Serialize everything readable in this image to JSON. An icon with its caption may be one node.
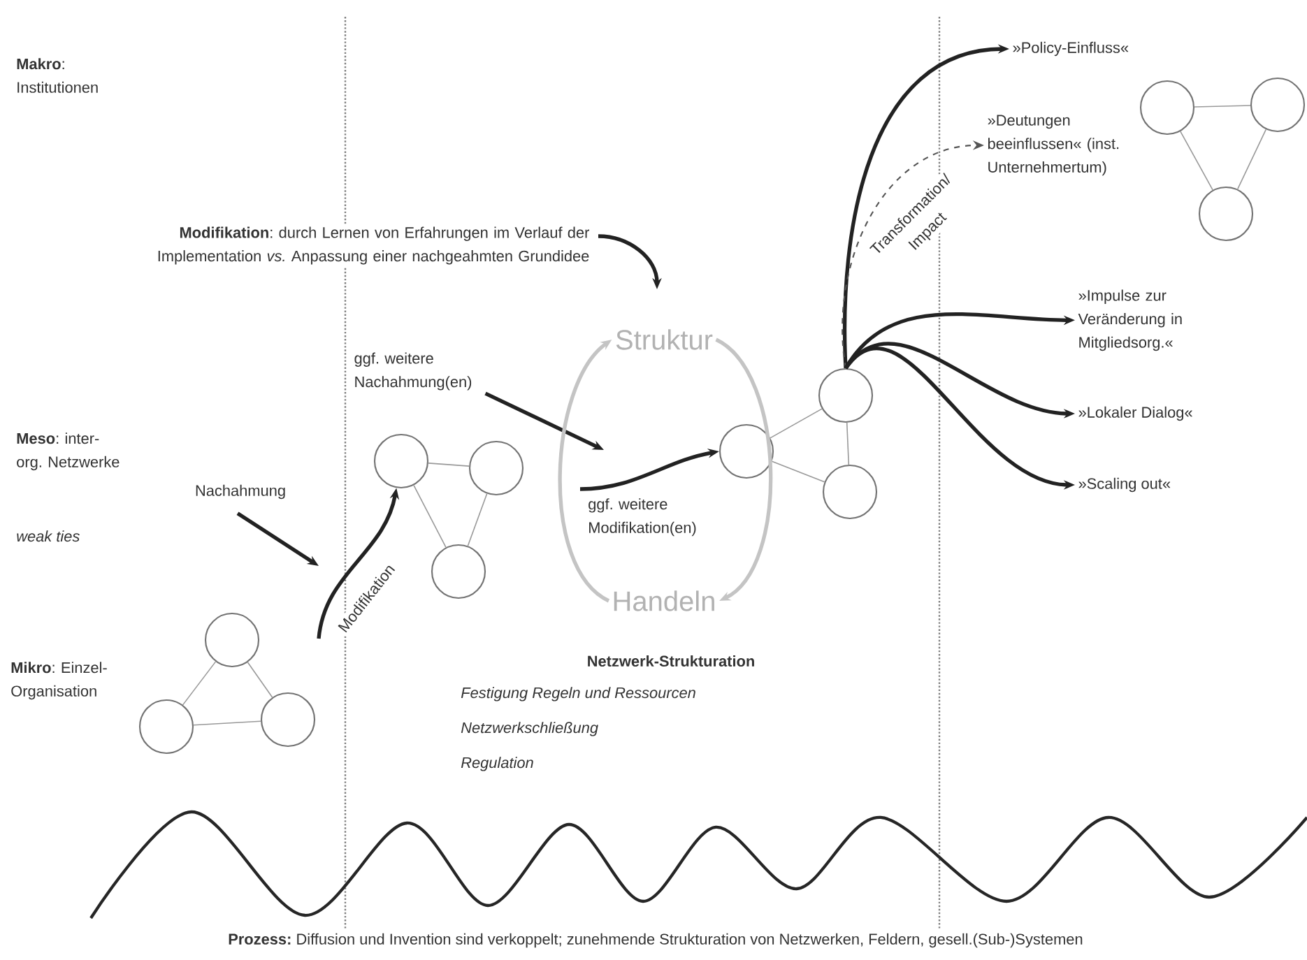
{
  "diagram": {
    "caption": "**Prozess:** Diffusion und Invention sind verkoppelt; zunehmende Strukturation von Netzwerken, Feldern, gesell.(Sub-)Systemen",
    "nodes": [
      {
        "text": [
          "»Policy-Einfluss«"
        ]
      },
      {
        "text": [],
        "shape": "circle"
      },
      {
        "text": [],
        "shape": "circle"
      },
      {
        "text": [],
        "shape": "circle"
      },
      {
        "text": [
          "»Deutungen beeinflussen« (inst. Unternehmertum)"
        ]
      },
      {
        "text": [
          "**Modifikation**: durch Lernen von Erfahrungen im Verlauf der Implementation *vs.* Anpassung einer nachgeahmten Grundidee"
        ]
      },
      {
        "text": [
          "ggf. weitere Nachahmung(en)"
        ]
      },
      {
        "text": [
          "Struktur"
        ]
      },
      {
        "text": [
          "»Impulse zur Veränderung in Mitgliedsorg.«"
        ]
      },
      {
        "text": [],
        "shape": "circle"
      },
      {
        "text": [],
        "shape": "circle"
      },
      {
        "text": [],
        "shape": "circle"
      },
      {
        "text": [
          "»Lokaler Dialog«"
        ]
      },
      {
        "text": [],
        "shape": "circle"
      },
      {
        "text": [],
        "shape": "circle"
      },
      {
        "text": [],
        "shape": "circle"
      },
      {
        "text": [
          "Nachahmung"
        ]
      },
      {
        "text": [
          "»Scaling out«"
        ]
      },
      {
        "text": [
          "Handeln"
        ]
      },
      {
        "text": [],
        "shape": "circle"
      },
      {
        "text": [],
        "shape": "circle"
      },
      {
        "text": [],
        "shape": "circle"
      }
    ],
    "edges": [
      {
        "from": 1,
        "to": 2,
        "arrow": "none"
      },
      {
        "from": 1,
        "to": 3,
        "arrow": "none"
      },
      {
        "from": 2,
        "to": 3,
        "arrow": "none"
      },
      {
        "from": 5,
        "to": null,
        "arrow": "to",
        "style": "thick",
        "color": "#222222"
      },
      {
        "from": 9,
        "to": 0,
        "arrow": "to",
        "style": "thick",
        "color": "#222222"
      },
      {
        "from": 9,
        "to": 4,
        "arrow": "to",
        "style": "dashed",
        "color": "#555555"
      },
      {
        "from": 9,
        "to": 8,
        "arrow": "to",
        "style": "thick",
        "color": "#222222"
      },
      {
        "from": 9,
        "to": 12,
        "arrow": "to",
        "style": "thick",
        "color": "#222222"
      },
      {
        "from": 9,
        "to": 17,
        "arrow": "to",
        "style": "thick",
        "color": "#222222"
      },
      {
        "from": 9,
        "to": 10,
        "arrow": "none"
      },
      {
        "from": 9,
        "to": 11,
        "arrow": "none"
      },
      {
        "from": 10,
        "to": 11,
        "arrow": "none"
      },
      {
        "from": 6,
        "to": null,
        "arrow": "to",
        "style": "thick",
        "color": "#222222"
      },
      {
        "from": null,
        "to": 10,
        "arrow": "to",
        "label": "ggf. weitere Modifikation(en)",
        "style": "thick",
        "color": "#222222"
      },
      {
        "from": 13,
        "to": 14,
        "arrow": "none"
      },
      {
        "from": 13,
        "to": 15,
        "arrow": "none"
      },
      {
        "from": 14,
        "to": 15,
        "arrow": "none"
      },
      {
        "from": 16,
        "to": null,
        "arrow": "to",
        "style": "thick",
        "color": "#222222"
      },
      {
        "from": null,
        "to": 13,
        "arrow": "to",
        "label": "Modifikation",
        "style": "thick",
        "color": "#222222"
      },
      {
        "from": 19,
        "to": 20,
        "arrow": "none"
      },
      {
        "from": 19,
        "to": 21,
        "arrow": "none"
      },
      {
        "from": 20,
        "to": 21,
        "arrow": "none"
      },
      {
        "from": 18,
        "to": 7,
        "arrow": "to",
        "style": "thick",
        "color": "#c4c4c4"
      },
      {
        "from": 7,
        "to": 18,
        "arrow": "to",
        "style": "thick",
        "color": "#c4c4c4"
      }
    ],
    "labels": [
      "**Makro**: Institutionen",
      "Transformation/ Impact",
      "**Meso**: inter-org. Netzwerke",
      "weak ties",
      "**Mikro**: Einzel-Organisation",
      "Netzwerk-Strukturation",
      "Festigung Regeln und Ressourcen",
      "Netzwerkschließung",
      "Regulation"
    ]
  }
}
